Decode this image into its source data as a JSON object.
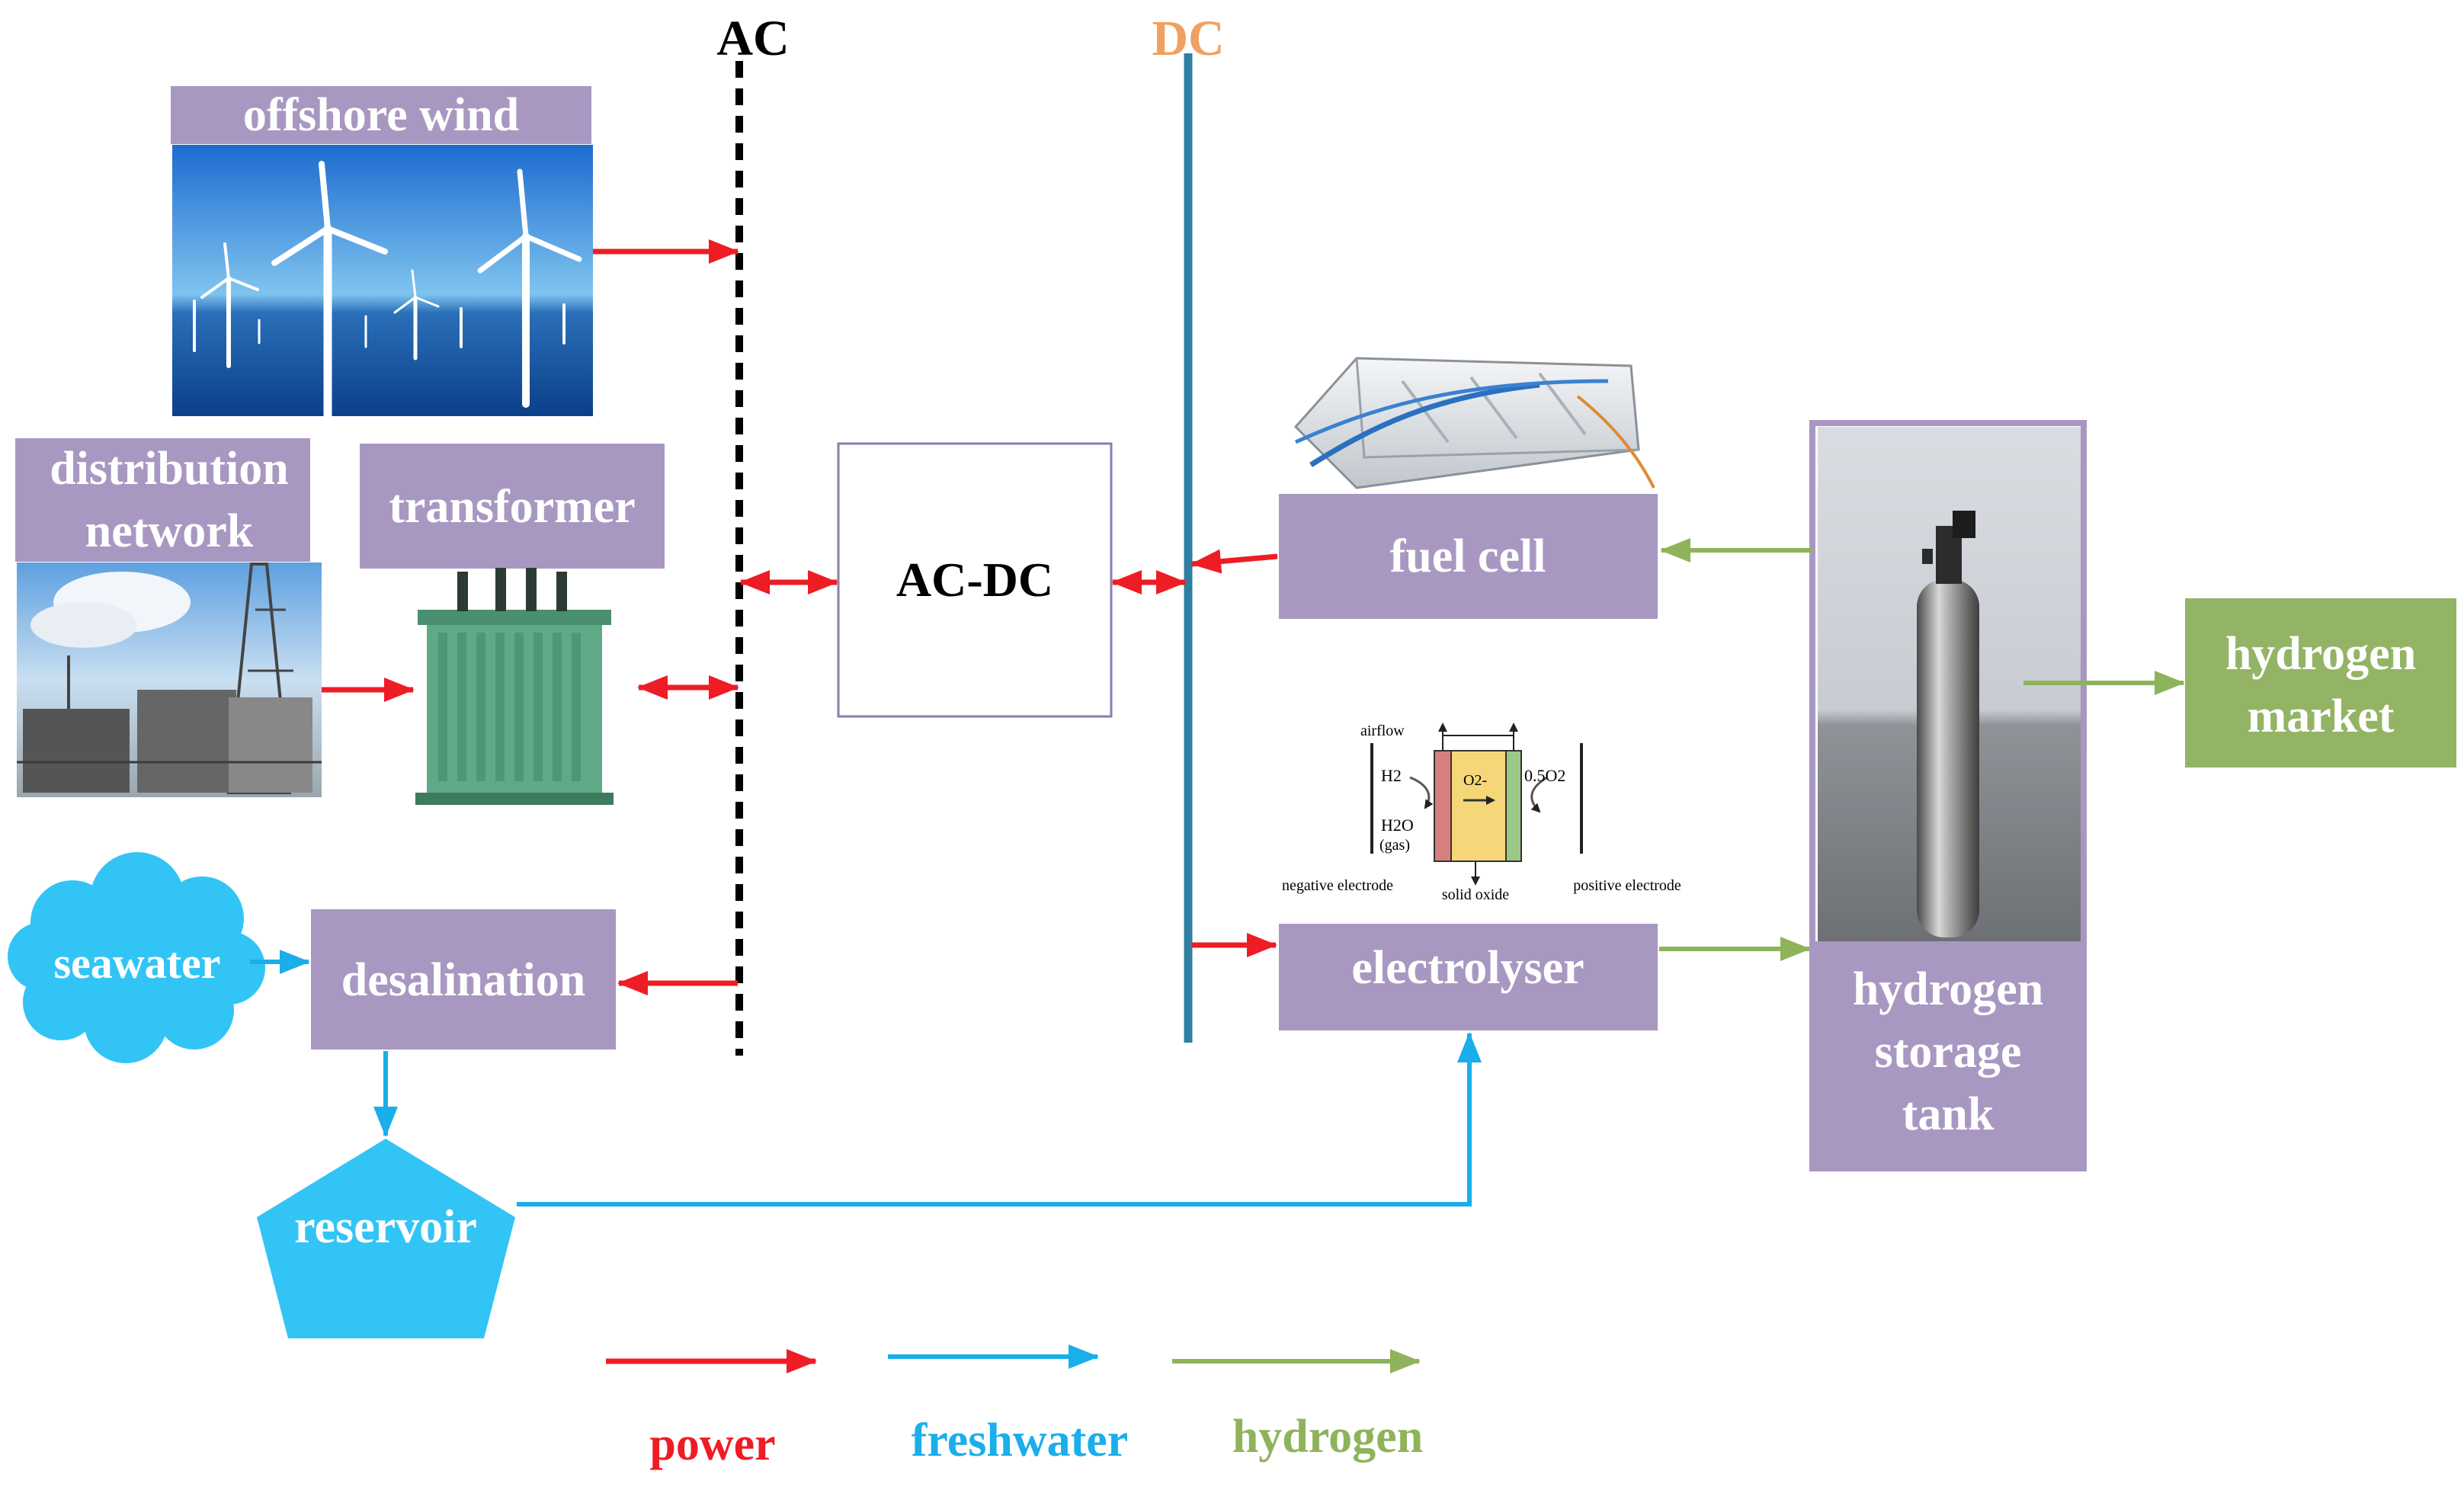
{
  "buses": {
    "ac": "AC",
    "dc": "DC"
  },
  "nodes": {
    "offshore_wind": "offshore wind",
    "distribution_network_line1": "distribution",
    "distribution_network_line2": "network",
    "transformer": "transformer",
    "ac_dc": "AC-DC",
    "fuel_cell": "fuel cell",
    "electrolyser": "electrolyser",
    "hydrogen_storage_line1": "hydrogen",
    "hydrogen_storage_line2": "storage",
    "hydrogen_storage_line3": "tank",
    "hydrogen_market_line1": "hydrogen",
    "hydrogen_market_line2": "market",
    "seawater": "seawater",
    "desalination": "desalination",
    "reservoir": "reservoir"
  },
  "sofc_schematic": {
    "airflow": "airflow",
    "h2": "H2",
    "h2o": "H2O",
    "gas": "(gas)",
    "o2_ion": "O2-",
    "half_o2": "0.5O2",
    "negative_electrode": "negative electrode",
    "solid_oxide": "solid oxide",
    "positive_electrode": "positive electrode"
  },
  "legend": {
    "power": "power",
    "freshwater": "freshwater",
    "hydrogen": "hydrogen"
  },
  "colors": {
    "power": "#ee1c24",
    "freshwater": "#1aaeea",
    "hydrogen": "#8eb35a",
    "node_box": "#a898c1",
    "market_box": "#93b465",
    "dc_bus": "#2f7fa0",
    "dc_label": "#f0a060"
  },
  "icons": {
    "offshore_wind": "wind-turbines-photo",
    "distribution_network": "substation-photo",
    "transformer": "transformer-photo",
    "fuel_cell": "fuel-cell-stack-photo",
    "hydrogen_storage": "gas-cylinder-photo",
    "electrolyser": "sofc-schematic-icon"
  }
}
